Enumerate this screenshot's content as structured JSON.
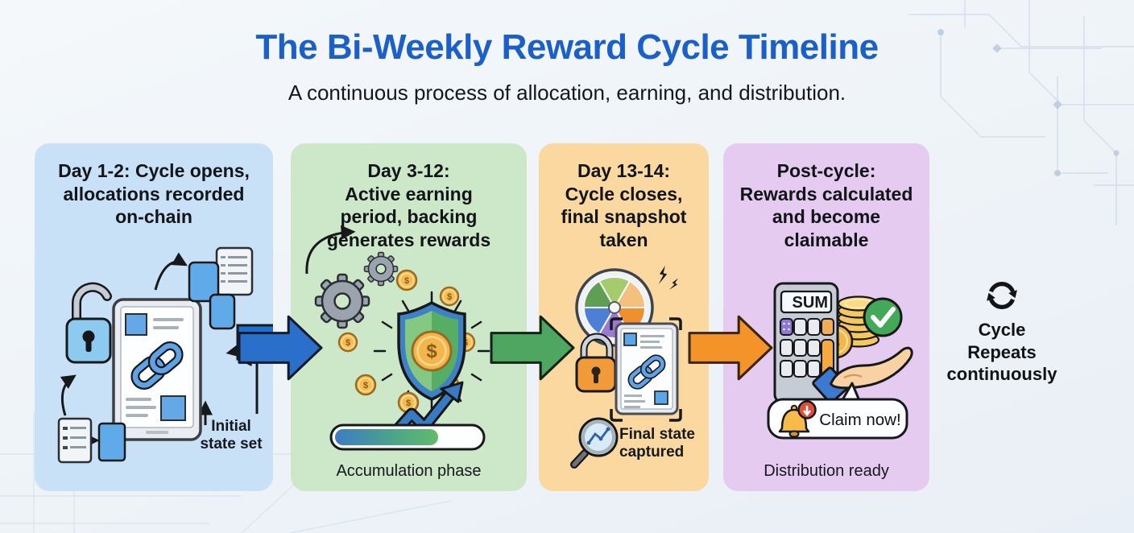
{
  "title": "The Bi-Weekly Reward Cycle Timeline",
  "subtitle": "A continuous process of allocation, earning, and distribution.",
  "cycle_note": "Cycle\nRepeats\ncontinuously",
  "currency_symbol": "$",
  "colors": {
    "title_blue": "#1b5fc8",
    "panel_blue": "#c9e1f6",
    "panel_green": "#cde8c8",
    "panel_orange": "#fad8a0",
    "panel_purple": "#e4cbef",
    "arrow_blue": "#2a6fc9",
    "arrow_green": "#4ea660",
    "arrow_orange": "#f5932b"
  },
  "panels": [
    {
      "title": "Day 1-2: Cycle opens,\nallocations recorded\non-chain",
      "caption": "Initial state set",
      "icons": [
        "open-padlock-icon",
        "ledger-tablet-icon",
        "chain-link-icon",
        "document-icon",
        "block-icon",
        "list-document-icon"
      ]
    },
    {
      "title": "Day 3-12:\nActive earning\nperiod, backing\ngenerates rewards",
      "caption": "Accumulation phase",
      "icons": [
        "gears-icon",
        "shield-dollar-icon",
        "coin-icon",
        "growth-arrow-icon",
        "progress-bar"
      ]
    },
    {
      "title": "Day 13-14:\nCycle closes,\nfinal snapshot\ntaken",
      "caption": "Final state captured",
      "icons": [
        "aperture-icon",
        "lightning-icon",
        "locked-padlock-icon",
        "snapshot-frame-icon",
        "chain-link-icon",
        "magnifier-chart-icon"
      ]
    },
    {
      "title": "Post-cycle:\nRewards calculated\nand become\nclaimable",
      "caption": "Distribution ready",
      "calculator_display": "SUM",
      "bubble_label": "Claim now!",
      "icons": [
        "calculator-icon",
        "coin-stack-icon",
        "coin-icon",
        "check-circle-icon",
        "open-hand-icon",
        "speech-bubble",
        "bell-notification-icon"
      ]
    }
  ]
}
